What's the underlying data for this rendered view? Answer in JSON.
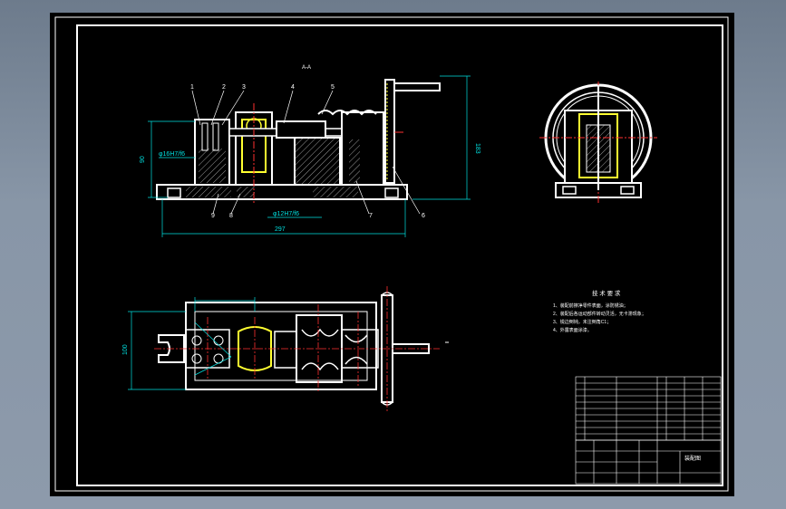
{
  "section_label": "A-A",
  "balloons": [
    "1",
    "2",
    "3",
    "4",
    "5",
    "6",
    "7",
    "8",
    "9"
  ],
  "dimensions": {
    "fit_left": "φ16H7/f6",
    "fit_bottom": "φ12H7/f6",
    "height_left": "90",
    "height_right": "183",
    "length_total": "297",
    "plan_width": "100"
  },
  "tech_req": {
    "title": "技 术 要 求",
    "items": [
      "1、装配前擦净零件表面，涂防锈油；",
      "2、装配后各运动部件转动灵活，无卡滞现象；",
      "3、锐边倒钝，未注倒角C1；",
      "4、外露表面涂漆。"
    ]
  },
  "title_block": {
    "drawing_name": "装配图"
  },
  "colors": {
    "frame": "#ffffff",
    "dimension": "#00e0e0",
    "centerline": "#ff3030",
    "highlight": "#ffff30",
    "text": "#ffffff",
    "hatch": "#ffffff"
  }
}
